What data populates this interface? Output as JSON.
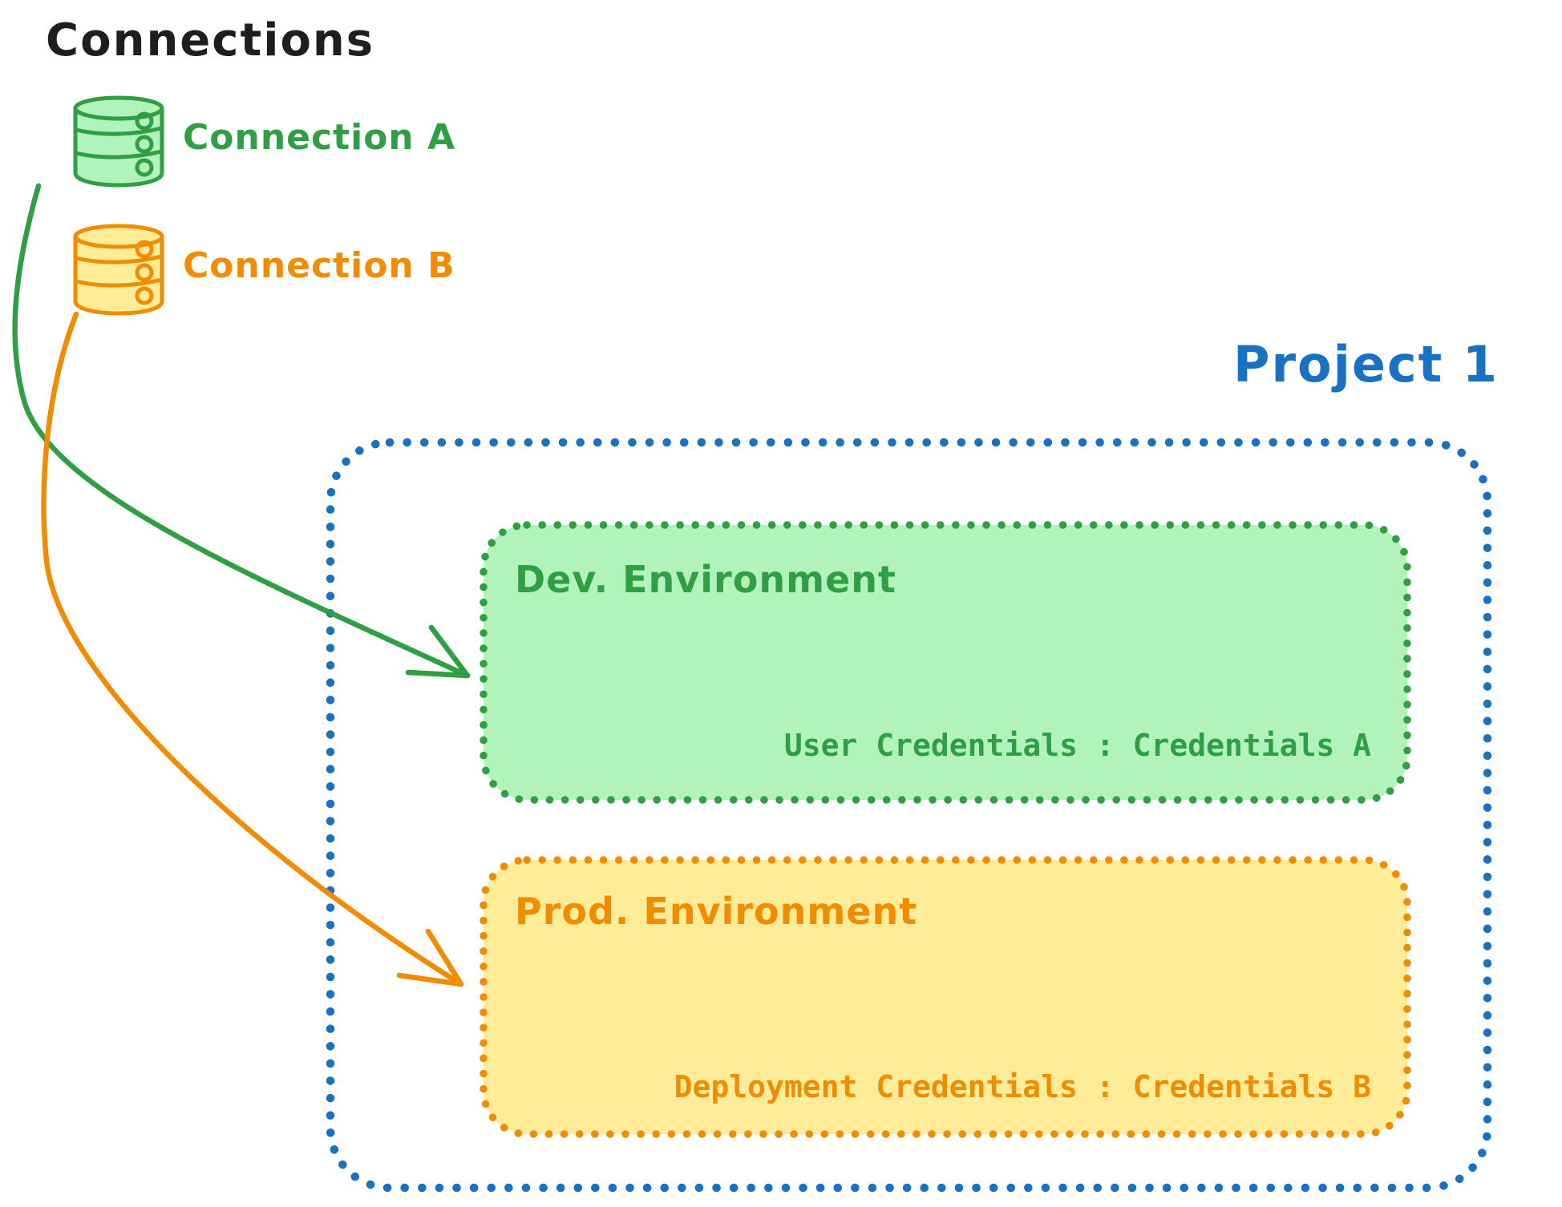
{
  "title": "Connections",
  "connections": [
    {
      "id": "connection-a",
      "label": "Connection A",
      "stroke": "#2f9e44",
      "fill": "#b2f2bb",
      "icon": "database-icon"
    },
    {
      "id": "connection-b",
      "label": "Connection B",
      "stroke": "#f08c00",
      "fill": "#ffec99",
      "icon": "database-icon"
    }
  ],
  "project": {
    "label": "Project 1",
    "border_color": "#1971c2",
    "environments": [
      {
        "title": "Dev. Environment",
        "credential_text": "User Credentials : Credentials A",
        "stroke": "#2f9e44",
        "fill": "#b2f2bb"
      },
      {
        "title": "Prod. Environment",
        "credential_text": "Deployment Credentials : Credentials B",
        "stroke": "#f08c00",
        "fill": "#ffec99"
      }
    ]
  },
  "arrows": [
    {
      "from": "Connection A",
      "to": "Dev. Environment",
      "color": "#2f9e44"
    },
    {
      "from": "Connection B",
      "to": "Prod. Environment",
      "color": "#f08c00"
    }
  ]
}
